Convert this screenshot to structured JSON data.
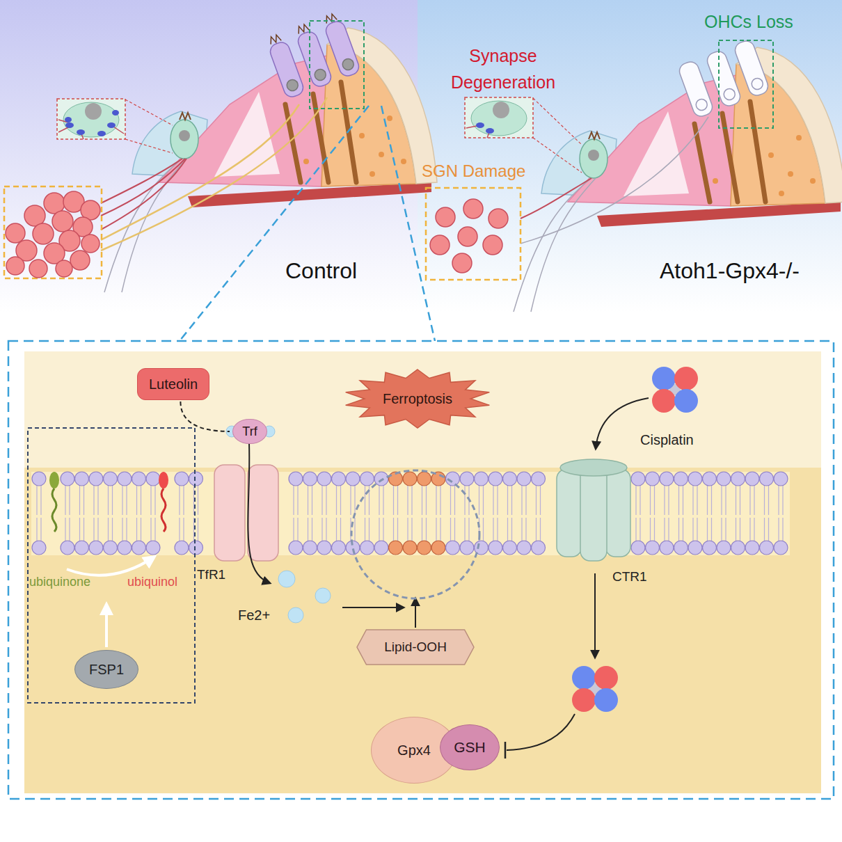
{
  "diagram": {
    "nodes": [
      {
        "text": [
          "Luteolin"
        ]
      },
      {
        "text": [
          "Trf"
        ]
      },
      {
        "text": [
          "Ferroptosis"
        ]
      },
      {
        "text": [
          "Lipid-OOH"
        ]
      },
      {
        "text": [
          "FSP1"
        ]
      },
      {
        "text": [
          "Gpx4"
        ]
      },
      {
        "text": [
          "GSH"
        ]
      }
    ],
    "edges": [
      {
        "from": 0,
        "to": 1,
        "arrow": "to"
      },
      {
        "from": 5,
        "to": 3,
        "arrow": "to"
      }
    ],
    "labels": [
      "Synapse Degeneration",
      "OHCs Loss",
      "SGN Damage",
      "Control",
      "Atoh1-Gpx4-/-",
      "Cisplatin",
      "ubiquinone",
      "ubiquinol",
      "TfR1",
      "Fe2+",
      "CTR1"
    ]
  }
}
